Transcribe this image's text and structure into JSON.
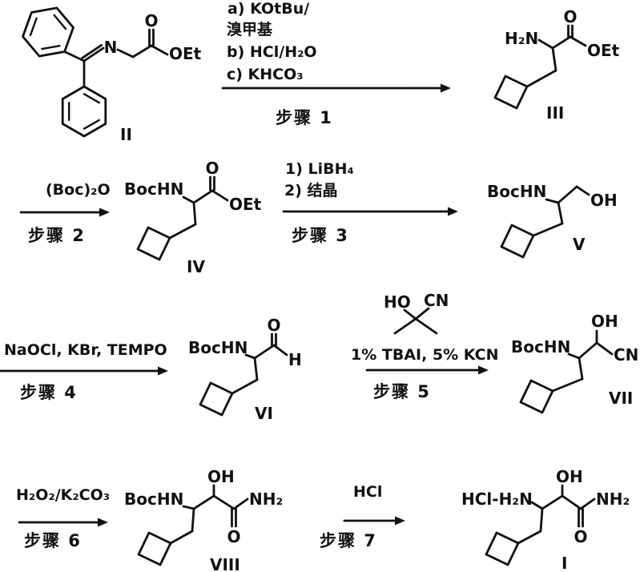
{
  "colors": {
    "ink": "#111111",
    "paper": "#ffffff"
  },
  "compounds": {
    "II": {
      "id": "II",
      "atoms": {
        "N": "N",
        "O": "O",
        "OEt": "OEt"
      }
    },
    "III": {
      "id": "III",
      "atoms": {
        "H2N": "H₂N",
        "O": "O",
        "OEt": "OEt"
      }
    },
    "IV": {
      "id": "IV",
      "atoms": {
        "BocHN": "BocHN",
        "O": "O",
        "OEt": "OEt"
      }
    },
    "V": {
      "id": "V",
      "atoms": {
        "BocHN": "BocHN",
        "OH": "OH"
      }
    },
    "VI": {
      "id": "VI",
      "atoms": {
        "BocHN": "BocHN",
        "O": "O",
        "H": "H"
      }
    },
    "VII": {
      "id": "VII",
      "atoms": {
        "BocHN": "BocHN",
        "OH": "OH",
        "CN": "CN"
      }
    },
    "VIII": {
      "id": "VIII",
      "atoms": {
        "BocHN": "BocHN",
        "OH": "OH",
        "O": "O",
        "NH2": "NH₂"
      }
    },
    "I": {
      "id": "I",
      "atoms": {
        "HCl_H2N": "HCl-H₂N",
        "OH": "OH",
        "O": "O",
        "NH2": "NH₂"
      }
    }
  },
  "cyanohydrin_reagent": {
    "HO": "HO",
    "CN": "CN"
  },
  "steps": {
    "step1": {
      "above": [
        "a) KOtBu/",
        "溴甲基",
        "b) HCl/H₂O",
        "c) KHCO₃"
      ],
      "below": "步骤 1"
    },
    "step2": {
      "above": [
        "(Boc)₂O"
      ],
      "below": "步骤 2"
    },
    "step3": {
      "above": [
        "1) LiBH₄",
        "2) 结晶"
      ],
      "below": "步骤 3"
    },
    "step4": {
      "above": [
        "NaOCl, KBr, TEMPO"
      ],
      "below": "步骤 4"
    },
    "step5": {
      "above": [
        "1% TBAI, 5% KCN"
      ],
      "below": "步骤 5"
    },
    "step6": {
      "above": [
        "H₂O₂/K₂CO₃"
      ],
      "below": "步骤 6"
    },
    "step7": {
      "above": [
        "HCl"
      ],
      "below": "步骤 7"
    }
  }
}
